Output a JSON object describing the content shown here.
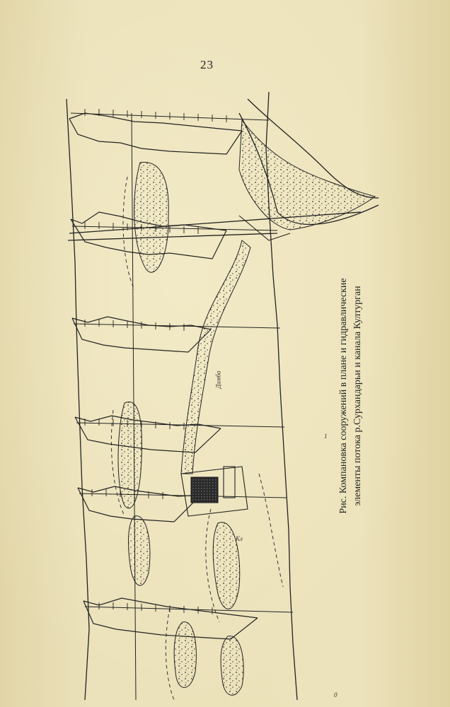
{
  "page": {
    "number": "23"
  },
  "figure": {
    "caption_line1": "Рис. Компановка сооружений в плане и гидравлические",
    "caption_line2": "элементы потока р.Сурхандарьи и канала Културган",
    "labels": {
      "river": "Дамба",
      "canal": "Кл",
      "km": "1",
      "zero": "0"
    }
  },
  "colors": {
    "paper": "#e9dfb6",
    "ink": "#1e1e1e"
  }
}
